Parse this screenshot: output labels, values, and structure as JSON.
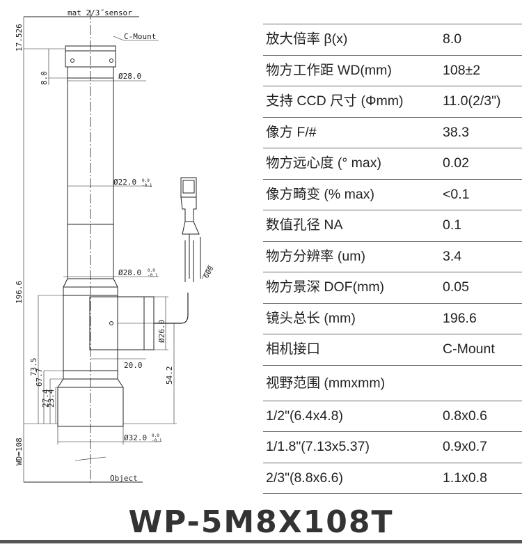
{
  "product": {
    "model": "WP-5M8X108T"
  },
  "drawing": {
    "sensor_label": "mat 2/3˝sensor",
    "mount_label": "C-Mount",
    "object_label": "Object",
    "dims": {
      "flange_height": "17.526",
      "mount_height": "8.0",
      "overall_length": "196.6",
      "wd": "WD=108",
      "d_73_5": "73.5",
      "d_67_7": "67.7",
      "d_27_4": "27.4",
      "d_23_4": "23.4",
      "d_54_2": "54.2",
      "d_20_0": "20.0",
      "d_26_0": "Ø26.0",
      "cable_len": "600",
      "dia_top": "Ø28.0",
      "dia_mid": "Ø22.0",
      "dia_lower": "Ø28.0",
      "dia_front": "Ø32.0",
      "tol_upper": "0.0",
      "tol_lower": "-0.1"
    }
  },
  "specs": [
    {
      "label": "放大倍率 β(x)",
      "value": "8.0"
    },
    {
      "label": "物方工作距 WD(mm)",
      "value": "108±2"
    },
    {
      "label": "支持 CCD 尺寸 (Φmm)",
      "value": "11.0(2/3\")"
    },
    {
      "label": "像方 F/#",
      "value": "38.3"
    },
    {
      "label": "物方远心度 (° max)",
      "value": "0.02"
    },
    {
      "label": "像方畸变 (% max)",
      "value": "<0.1"
    },
    {
      "label": "数值孔径 NA",
      "value": "0.1"
    },
    {
      "label": "物方分辨率 (um)",
      "value": "3.4"
    },
    {
      "label": "物方景深 DOF(mm)",
      "value": "0.05"
    },
    {
      "label": "镜头总长 (mm)",
      "value": "196.6"
    },
    {
      "label": "相机接口",
      "value": "C-Mount"
    }
  ],
  "fov": {
    "header": "视野范围 (mmxmm)",
    "rows": [
      {
        "sensor": "1/2\"(6.4x4.8)",
        "value": "0.8x0.6"
      },
      {
        "sensor": "1/1.8\"(7.13x5.37)",
        "value": "0.9x0.7"
      },
      {
        "sensor": "2/3\"(8.8x6.6)",
        "value": "1.1x0.8"
      }
    ]
  }
}
